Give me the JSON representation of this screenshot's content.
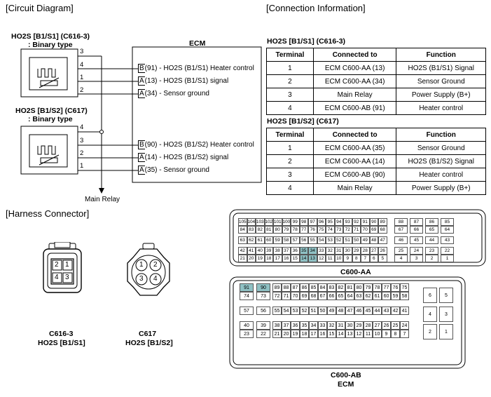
{
  "sections": {
    "circuit": "[Circuit Diagram]",
    "connection": "[Connection Information]",
    "harness": "[Harness Connector]"
  },
  "circuit": {
    "ecm_label": "ECM",
    "main_relay": "Main Relay",
    "s1": {
      "title": "HO2S [B1/S1] (C616-3)",
      "type": ": Binary type",
      "pins": [
        "3",
        "4",
        "1",
        "2"
      ],
      "terms": [
        {
          "letter": "B",
          "text": "(91) - HO2S (B1/S1) Heater control"
        },
        {
          "letter": "A",
          "text": "(13) - HO2S (B1/S1) signal"
        },
        {
          "letter": "A",
          "text": "(34) - Sensor ground"
        }
      ]
    },
    "s2": {
      "title": "HO2S [B1/S2] (C617)",
      "type": ": Binary type",
      "pins": [
        "4",
        "3",
        "2",
        "1"
      ],
      "terms": [
        {
          "letter": "B",
          "text": "(90) - HO2S (B1/S2) Heater control"
        },
        {
          "letter": "A",
          "text": "(14) - HO2S (B1/S2) signal"
        },
        {
          "letter": "A",
          "text": "(35) - Sensor ground"
        }
      ]
    }
  },
  "connection": {
    "headers": [
      "Terminal",
      "Connected to",
      "Function"
    ],
    "t1": {
      "title": "HO2S [B1/S1] (C616-3)",
      "rows": [
        [
          "1",
          "ECM C600-AA (13)",
          "HO2S (B1/S1) Signal"
        ],
        [
          "2",
          "ECM C600-AA (34)",
          "Sensor Ground"
        ],
        [
          "3",
          "Main Relay",
          "Power Supply (B+)"
        ],
        [
          "4",
          "ECM C600-AB (91)",
          "Heater control"
        ]
      ]
    },
    "t2": {
      "title": "HO2S [B1/S2] (C617)",
      "rows": [
        [
          "1",
          "ECM C600-AA (35)",
          "Sensor Ground"
        ],
        [
          "2",
          "ECM C600-AA (14)",
          "HO2S (B1/S2) Signal"
        ],
        [
          "3",
          "ECM C600-AB (90)",
          "Heater control"
        ],
        [
          "4",
          "Main Relay",
          "Power Supply (B+)"
        ]
      ]
    }
  },
  "harness": {
    "c616": {
      "name": "C616-3",
      "sub": "HO2S [B1/S1]",
      "pins": [
        "2",
        "1",
        "4",
        "3"
      ]
    },
    "c617": {
      "name": "C617",
      "sub": "HO2S [B1/S2]",
      "pins": [
        "1",
        "2",
        "3",
        "4"
      ]
    },
    "aa": {
      "label": "C600-AA",
      "highlight": [
        "35",
        "34",
        "14",
        "13"
      ],
      "rows": [
        [
          "105",
          "104",
          "103",
          "102",
          "101",
          "100",
          "99",
          "98",
          "97",
          "96",
          "95",
          "94",
          "93",
          "92",
          "91",
          "90",
          "89"
        ],
        [
          "84",
          "83",
          "82",
          "81",
          "80",
          "79",
          "78",
          "77",
          "76",
          "75",
          "74",
          "73",
          "72",
          "71",
          "70",
          "69",
          "68"
        ],
        [
          "63",
          "62",
          "61",
          "60",
          "59",
          "58",
          "57",
          "56",
          "55",
          "54",
          "53",
          "52",
          "51",
          "50",
          "49",
          "48",
          "47"
        ],
        [
          "42",
          "41",
          "40",
          "39",
          "38",
          "37",
          "36",
          "35",
          "34",
          "33",
          "32",
          "31",
          "30",
          "29",
          "28",
          "27",
          "26"
        ],
        [
          "21",
          "20",
          "19",
          "18",
          "17",
          "16",
          "15",
          "14",
          "13",
          "12",
          "11",
          "10",
          "9",
          "8",
          "7",
          "6",
          "5"
        ]
      ],
      "side": [
        [
          "88",
          "87",
          "86",
          "85"
        ],
        [
          "67",
          "66",
          "65",
          "64"
        ],
        [
          "46",
          "45",
          "44",
          "43"
        ],
        [
          "25",
          "24",
          "23",
          "22"
        ],
        [
          "4",
          "3",
          "2",
          "1"
        ]
      ]
    },
    "ab": {
      "label": "C600-AB",
      "label2": "ECM",
      "highlight": [
        "91",
        "90"
      ],
      "left": [
        [
          "91",
          "90"
        ],
        [
          "74",
          "73"
        ],
        [
          "57",
          "56"
        ],
        [
          "40",
          "39"
        ],
        [
          "23",
          "22"
        ]
      ],
      "main": [
        [
          "89",
          "88",
          "87",
          "86",
          "85",
          "84",
          "83",
          "82",
          "81",
          "80",
          "79",
          "78",
          "77",
          "76",
          "75"
        ],
        [
          "72",
          "71",
          "70",
          "69",
          "68",
          "67",
          "66",
          "65",
          "64",
          "63",
          "62",
          "61",
          "60",
          "59",
          "58"
        ],
        [
          "55",
          "54",
          "53",
          "52",
          "51",
          "50",
          "49",
          "48",
          "47",
          "46",
          "45",
          "44",
          "43",
          "42",
          "41"
        ],
        [
          "38",
          "37",
          "36",
          "35",
          "34",
          "33",
          "32",
          "31",
          "30",
          "29",
          "28",
          "27",
          "26",
          "25",
          "24"
        ],
        [
          "21",
          "20",
          "19",
          "18",
          "17",
          "16",
          "15",
          "14",
          "13",
          "12",
          "11",
          "10",
          "9",
          "8",
          "7"
        ]
      ],
      "right": [
        [
          "6",
          "5"
        ],
        [
          "4",
          "3"
        ],
        [
          "2",
          "1"
        ]
      ]
    }
  }
}
